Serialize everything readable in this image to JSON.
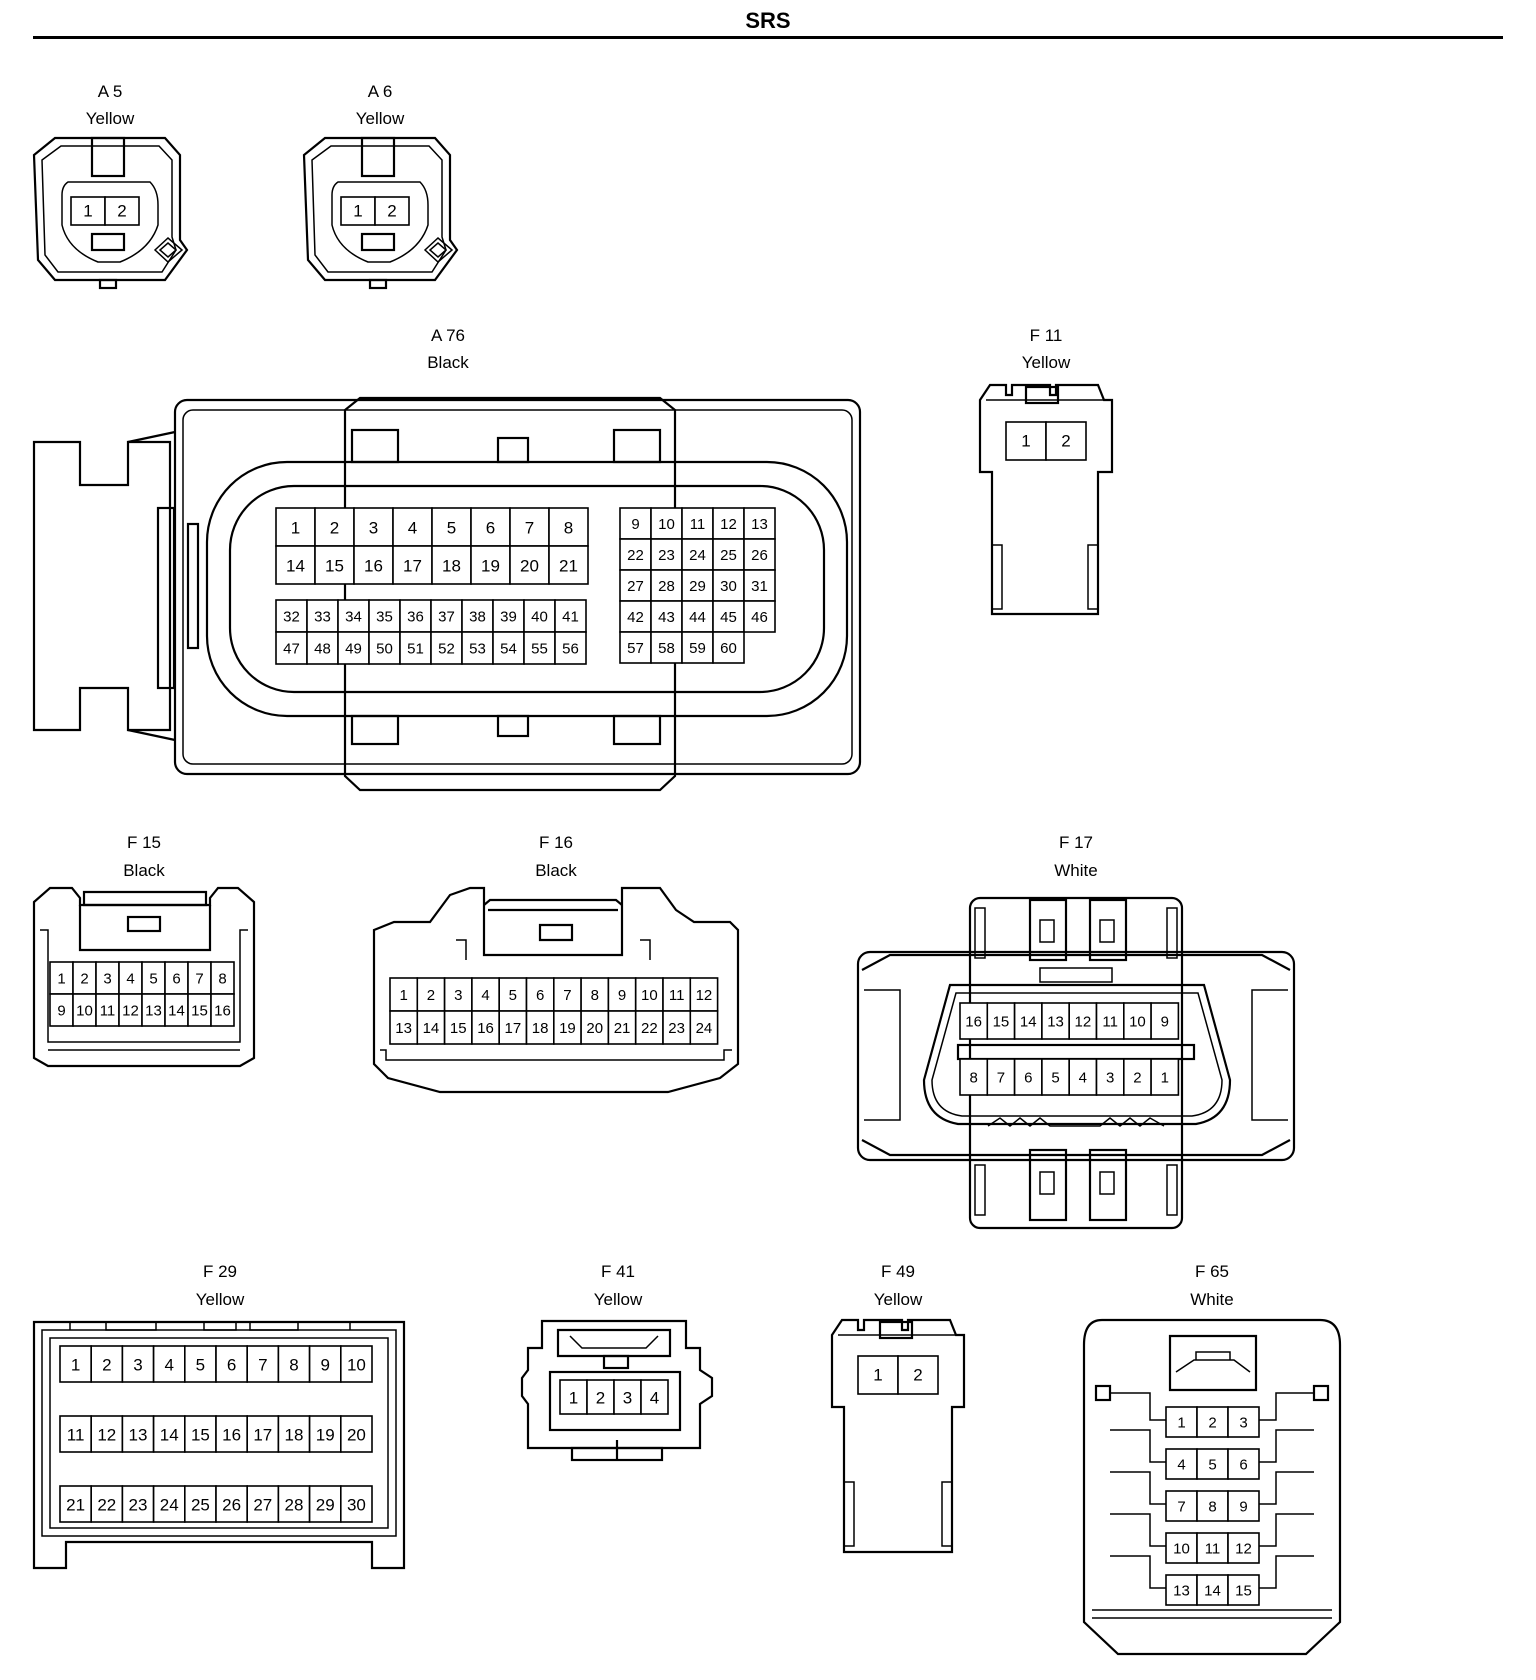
{
  "page": {
    "title": "SRS"
  },
  "connectors": [
    {
      "id": "A 5",
      "color": "Yellow",
      "pins": [
        "1",
        "2"
      ]
    },
    {
      "id": "A 6",
      "color": "Yellow",
      "pins": [
        "1",
        "2"
      ]
    },
    {
      "id": "A 76",
      "color": "Black",
      "pin_blocks": [
        {
          "rows": [
            [
              "1",
              "2",
              "3",
              "4",
              "5",
              "6",
              "7",
              "8"
            ],
            [
              "14",
              "15",
              "16",
              "17",
              "18",
              "19",
              "20",
              "21"
            ]
          ]
        },
        {
          "rows": [
            [
              "32",
              "33",
              "34",
              "35",
              "36",
              "37",
              "38",
              "39",
              "40",
              "41"
            ],
            [
              "47",
              "48",
              "49",
              "50",
              "51",
              "52",
              "53",
              "54",
              "55",
              "56"
            ]
          ]
        },
        {
          "rows": [
            [
              "9",
              "10",
              "11",
              "12",
              "13"
            ],
            [
              "22",
              "23",
              "24",
              "25",
              "26"
            ],
            [
              "27",
              "28",
              "29",
              "30",
              "31"
            ],
            [
              "42",
              "43",
              "44",
              "45",
              "46"
            ],
            [
              "57",
              "58",
              "59",
              "60"
            ]
          ]
        }
      ]
    },
    {
      "id": "F 11",
      "color": "Yellow",
      "pins": [
        "1",
        "2"
      ]
    },
    {
      "id": "F 15",
      "color": "Black",
      "rows": [
        [
          "1",
          "2",
          "3",
          "4",
          "5",
          "6",
          "7",
          "8"
        ],
        [
          "9",
          "10",
          "11",
          "12",
          "13",
          "14",
          "15",
          "16"
        ]
      ]
    },
    {
      "id": "F 16",
      "color": "Black",
      "rows": [
        [
          "1",
          "2",
          "3",
          "4",
          "5",
          "6",
          "7",
          "8",
          "9",
          "10",
          "11",
          "12"
        ],
        [
          "13",
          "14",
          "15",
          "16",
          "17",
          "18",
          "19",
          "20",
          "21",
          "22",
          "23",
          "24"
        ]
      ]
    },
    {
      "id": "F 17",
      "color": "White",
      "rows": [
        [
          "16",
          "15",
          "14",
          "13",
          "12",
          "11",
          "10",
          "9"
        ],
        [
          "8",
          "7",
          "6",
          "5",
          "4",
          "3",
          "2",
          "1"
        ]
      ]
    },
    {
      "id": "F 29",
      "color": "Yellow",
      "rows": [
        [
          "1",
          "2",
          "3",
          "4",
          "5",
          "6",
          "7",
          "8",
          "9",
          "10"
        ],
        [
          "11",
          "12",
          "13",
          "14",
          "15",
          "16",
          "17",
          "18",
          "19",
          "20"
        ],
        [
          "21",
          "22",
          "23",
          "24",
          "25",
          "26",
          "27",
          "28",
          "29",
          "30"
        ]
      ]
    },
    {
      "id": "F 41",
      "color": "Yellow",
      "pins": [
        "1",
        "2",
        "3",
        "4"
      ]
    },
    {
      "id": "F 49",
      "color": "Yellow",
      "pins": [
        "1",
        "2"
      ]
    },
    {
      "id": "F 65",
      "color": "White",
      "rows": [
        [
          "1",
          "2",
          "3"
        ],
        [
          "4",
          "5",
          "6"
        ],
        [
          "7",
          "8",
          "9"
        ],
        [
          "10",
          "11",
          "12"
        ],
        [
          "13",
          "14",
          "15"
        ]
      ]
    }
  ]
}
